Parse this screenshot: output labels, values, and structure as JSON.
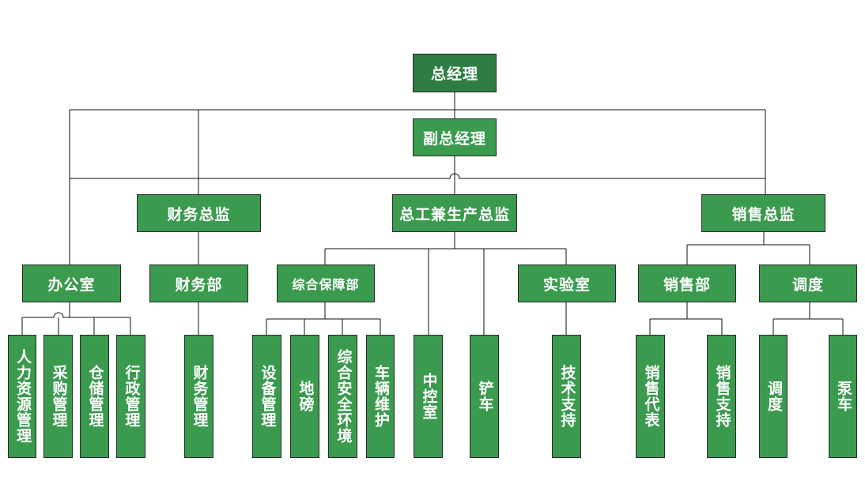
{
  "root": "总经理",
  "deputy": "副总经理",
  "directors": {
    "finance": "财务总监",
    "chief_engineer": "总工兼生产总监",
    "sales": "销售总监"
  },
  "departments": {
    "office": "办公室",
    "finance_dept": "财务部",
    "support": "综合保障部",
    "lab": "实验室",
    "sales_dept": "销售部",
    "dispatch": "调度"
  },
  "units": {
    "hr": "人力资源管理",
    "procurement": "采购管理",
    "warehouse": "仓储管理",
    "admin": "行政管理",
    "finance_mgmt": "财务管理",
    "equipment": "设备管理",
    "weighbridge": "地磅",
    "safety_env": "综合安全环境",
    "vehicle": "车辆维护",
    "control_room": "中控室",
    "loader": "铲车",
    "tech_support": "技术支持",
    "sales_rep": "销售代表",
    "sales_support": "销售支持",
    "dispatch_unit": "调度",
    "pump_truck": "泵车"
  }
}
